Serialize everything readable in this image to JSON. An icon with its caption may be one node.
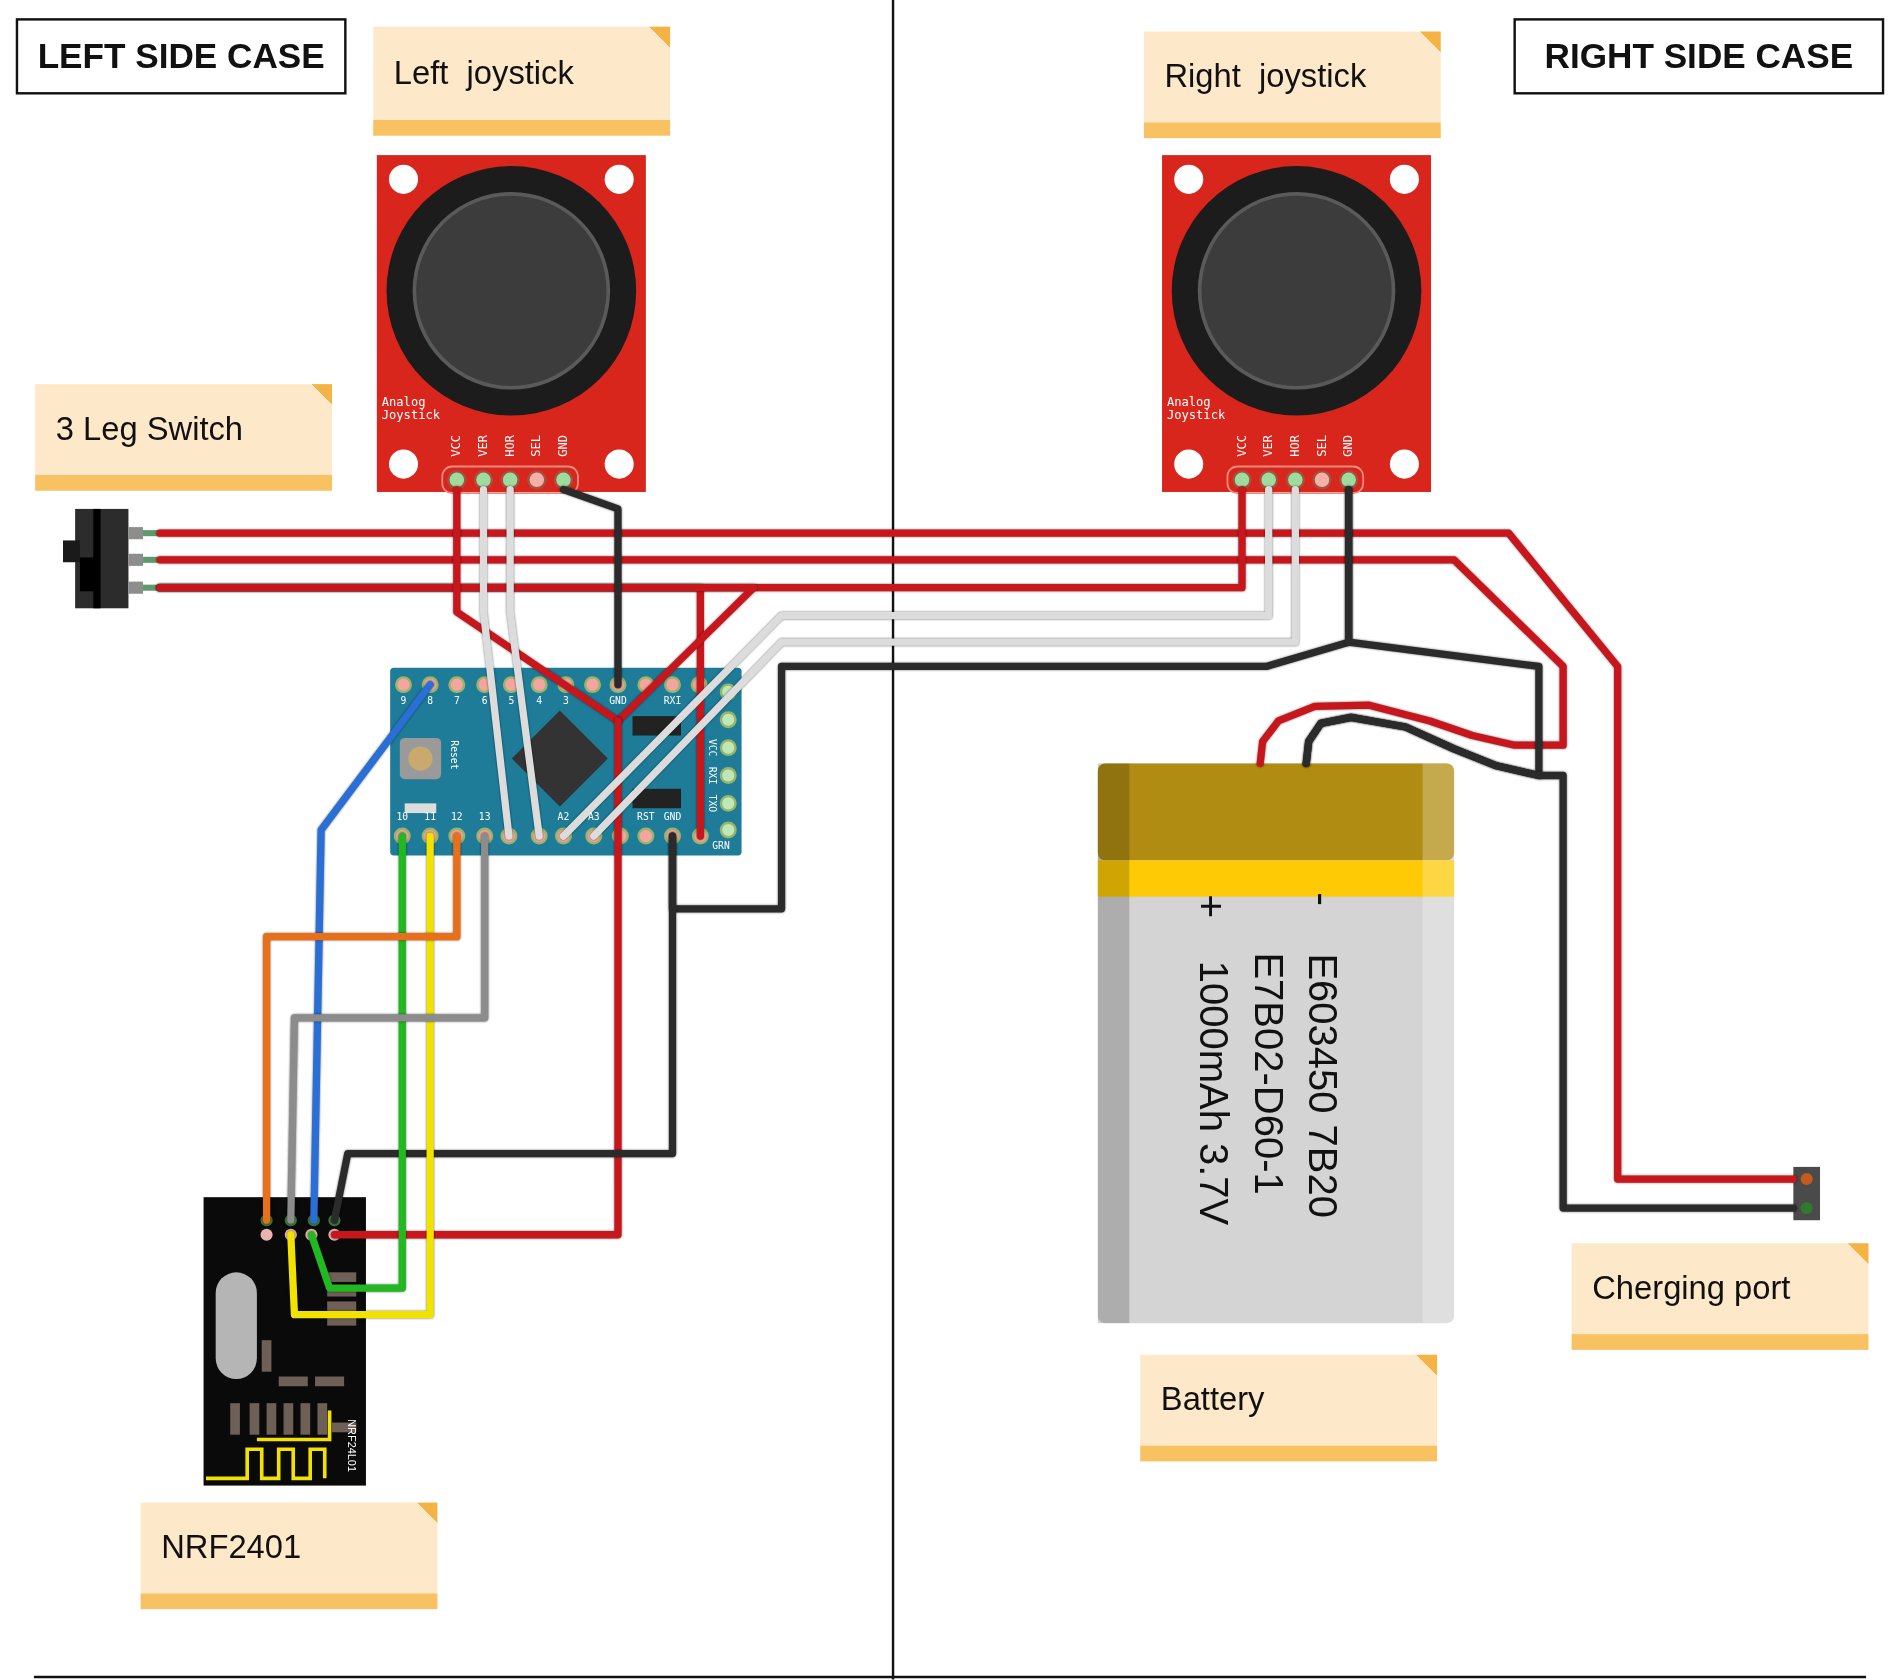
{
  "diagram": {
    "nodes": [
      {
        "text": [
          "LEFT SIDE CASE"
        ]
      },
      {
        "text": [
          "RIGHT SIDE CASE"
        ]
      },
      {
        "text": [
          "Left  joystick"
        ]
      },
      {
        "text": [
          "Right  joystick"
        ]
      },
      {
        "text": [
          "3 Leg Switch"
        ]
      },
      {
        "text": [
          "NRF2401"
        ]
      },
      {
        "text": [
          "Battery"
        ]
      },
      {
        "text": [
          "Cherging port"
        ]
      },
      {
        "text": [
          "Analog Joystick",
          "VCC",
          "VER",
          "HOR",
          "SEL",
          "GND"
        ]
      },
      {
        "text": [
          "Analog Joystick",
          "VCC",
          "VER",
          "HOR",
          "SEL",
          "GND"
        ]
      },
      {
        "text": [],
        "shape": "picture"
      },
      {
        "text": [
          "9",
          "8",
          "7",
          "6",
          "5",
          "4",
          "3",
          "GND",
          "RXI",
          "Reset",
          "VCC",
          "RXI",
          "TXO",
          "GRN",
          "10",
          "11",
          "12",
          "13",
          "A2",
          "A3",
          "RST",
          "GND"
        ]
      },
      {
        "text": [
          "NRF24L01"
        ]
      },
      {
        "text": [
          "+",
          "-",
          "E603450 7B20",
          "E7B02-D60-1",
          "1000mAh 3.7V"
        ]
      },
      {
        "text": [],
        "shape": "picture"
      }
    ],
    "edges": [
      {
        "from": 10,
        "to": 14,
        "arrow": "none"
      },
      {
        "from": 10,
        "to": 13,
        "arrow": "none"
      },
      {
        "from": 10,
        "to": 9,
        "arrow": "none"
      },
      {
        "from": 10,
        "to": 11,
        "arrow": "none"
      },
      {
        "from": 10,
        "to": 11,
        "arrow": "none"
      },
      {
        "from": 8,
        "to": 11,
        "arrow": "none"
      },
      {
        "from": 11,
        "to": 12,
        "arrow": "none"
      },
      {
        "from": 8,
        "to": 11,
        "arrow": "none",
        "color": "#dcdcdc"
      },
      {
        "from": 8,
        "to": 11,
        "arrow": "none",
        "color": "#dcdcdc"
      },
      {
        "from": 9,
        "to": 11,
        "arrow": "none",
        "color": "#dcdcdc"
      },
      {
        "from": 9,
        "to": 11,
        "arrow": "none",
        "color": "#dcdcdc"
      },
      {
        "from": 8,
        "to": 11,
        "arrow": "none",
        "color": "#2b2b2b"
      },
      {
        "from": 9,
        "to": 11,
        "arrow": "none",
        "color": "#2b2b2b"
      },
      {
        "from": 11,
        "to": 12,
        "arrow": "none",
        "color": "#2b2b2b"
      },
      {
        "from": 9,
        "to": 13,
        "arrow": "none",
        "color": "#2b2b2b"
      },
      {
        "from": 13,
        "to": 14,
        "arrow": "none",
        "color": "#2b2b2b"
      },
      {
        "from": 11,
        "to": 12,
        "arrow": "none",
        "color": "#2a6fd6"
      },
      {
        "from": 11,
        "to": 12,
        "arrow": "none",
        "color": "#22b822"
      },
      {
        "from": 11,
        "to": 12,
        "arrow": "none",
        "color": "#f2e200"
      },
      {
        "from": 11,
        "to": 12,
        "arrow": "none",
        "color": "#e8701a"
      },
      {
        "from": 11,
        "to": 12,
        "arrow": "none",
        "color": "#8c8c8c"
      }
    ]
  }
}
